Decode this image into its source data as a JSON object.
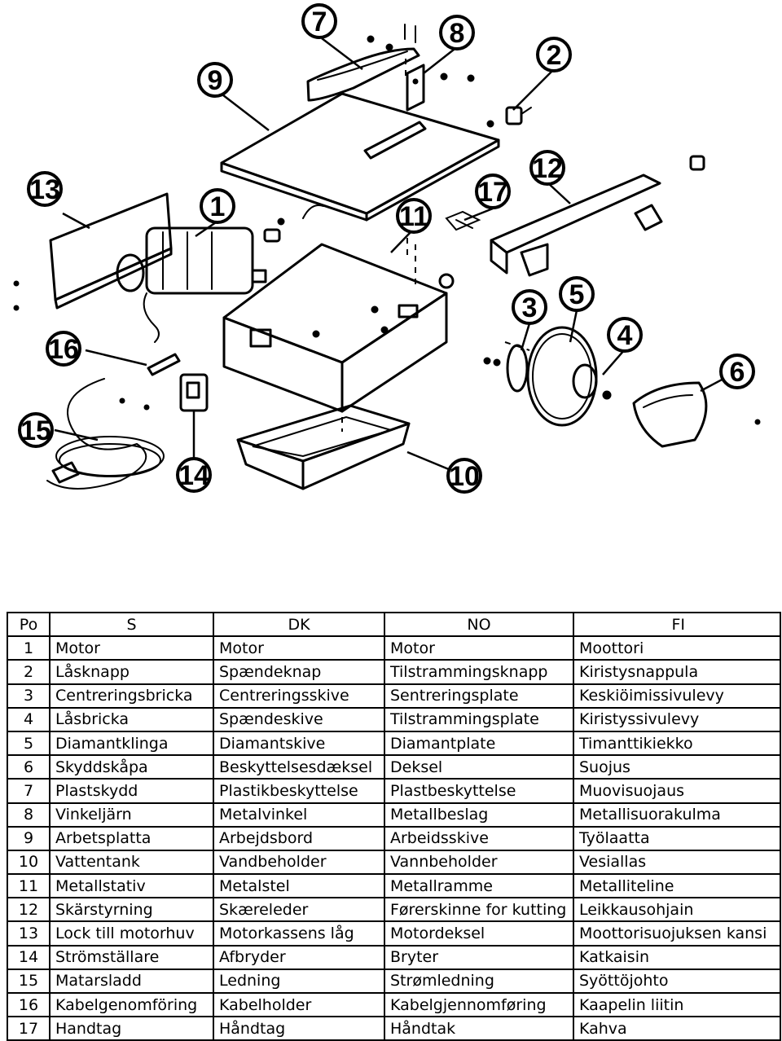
{
  "callouts": [
    "1",
    "2",
    "3",
    "4",
    "5",
    "6",
    "7",
    "8",
    "9",
    "10",
    "11",
    "12",
    "13",
    "14",
    "15",
    "16",
    "17"
  ],
  "table": {
    "headers": [
      "Po",
      "S",
      "DK",
      "NO",
      "FI"
    ],
    "rows": [
      [
        "1",
        "Motor",
        "Motor",
        "Motor",
        "Moottori"
      ],
      [
        "2",
        "Låsknapp",
        "Spændeknap",
        "Tilstrammingsknapp",
        "Kiristysnappula"
      ],
      [
        "3",
        "Centreringsbricka",
        "Centreringsskive",
        "Sentreringsplate",
        "Keskiöimissivulevy"
      ],
      [
        "4",
        "Låsbricka",
        "Spændeskive",
        "Tilstrammingsplate",
        "Kiristyssivulevy"
      ],
      [
        "5",
        "Diamantklinga",
        "Diamantskive",
        "Diamantplate",
        "Timanttikiekko"
      ],
      [
        "6",
        "Skyddskåpa",
        "Beskyttelsesdæksel",
        "Deksel",
        "Suojus"
      ],
      [
        "7",
        "Plastskydd",
        "Plastikbeskyttelse",
        "Plastbeskyttelse",
        "Muovisuojaus"
      ],
      [
        "8",
        "Vinkeljärn",
        "Metalvinkel",
        "Metallbeslag",
        "Metallisuorakulma"
      ],
      [
        "9",
        "Arbetsplatta",
        "Arbejdsbord",
        "Arbeidsskive",
        "Työlaatta"
      ],
      [
        "10",
        "Vattentank",
        "Vandbeholder",
        "Vannbeholder",
        "Vesiallas"
      ],
      [
        "11",
        "Metallstativ",
        "Metalstel",
        "Metallramme",
        "Metalliteline"
      ],
      [
        "12",
        "Skärstyrning",
        "Skæreleder",
        "Førerskinne for kutting",
        "Leikkausohjain"
      ],
      [
        "13",
        "Lock till motorhuv",
        "Motorkassens låg",
        "Motordeksel",
        "Moottorisuojuksen kansi"
      ],
      [
        "14",
        "Strömställare",
        "Afbryder",
        "Bryter",
        "Katkaisin"
      ],
      [
        "15",
        "Matarsladd",
        "Ledning",
        "Strømledning",
        "Syöttöjohto"
      ],
      [
        "16",
        "Kabelgenomföring",
        "Kabelholder",
        "Kabelgjennomføring",
        "Kaapelin liitin"
      ],
      [
        "17",
        "Handtag",
        "Håndtag",
        "Håndtak",
        "Kahva"
      ]
    ]
  }
}
